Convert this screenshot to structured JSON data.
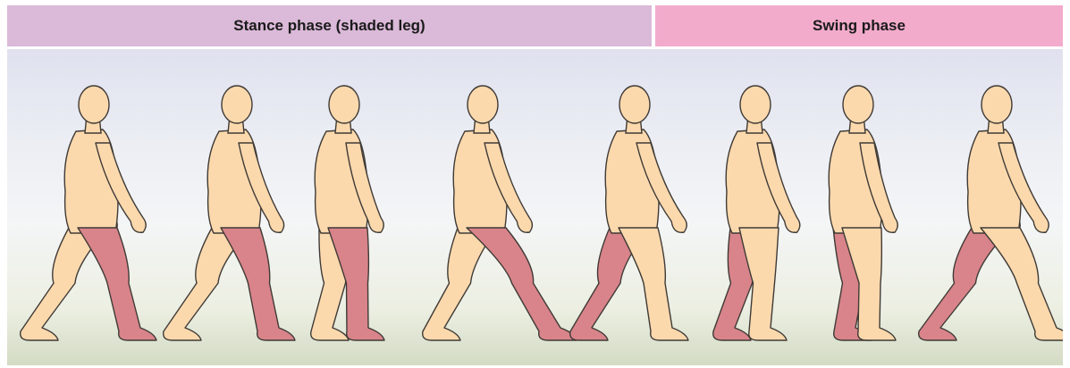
{
  "phases": {
    "stance_label": "Stance phase (shaded leg)",
    "swing_label": "Swing phase"
  },
  "colors": {
    "stance_bar": "#dbb9d8",
    "swing_bar": "#f3abcc",
    "skin": "#fbd9ad",
    "shaded_leg": "#d9848a",
    "outline": "#3f3a36"
  },
  "figures": [
    {
      "shaded_leg": "stance",
      "step": 1
    },
    {
      "shaded_leg": "stance",
      "step": 2
    },
    {
      "shaded_leg": "stance",
      "step": 3
    },
    {
      "shaded_leg": "stance",
      "step": 4
    },
    {
      "shaded_leg": "swing",
      "step": 5
    },
    {
      "shaded_leg": "swing",
      "step": 6
    },
    {
      "shaded_leg": "swing",
      "step": 7
    },
    {
      "shaded_leg": "swing",
      "step": 8
    }
  ]
}
